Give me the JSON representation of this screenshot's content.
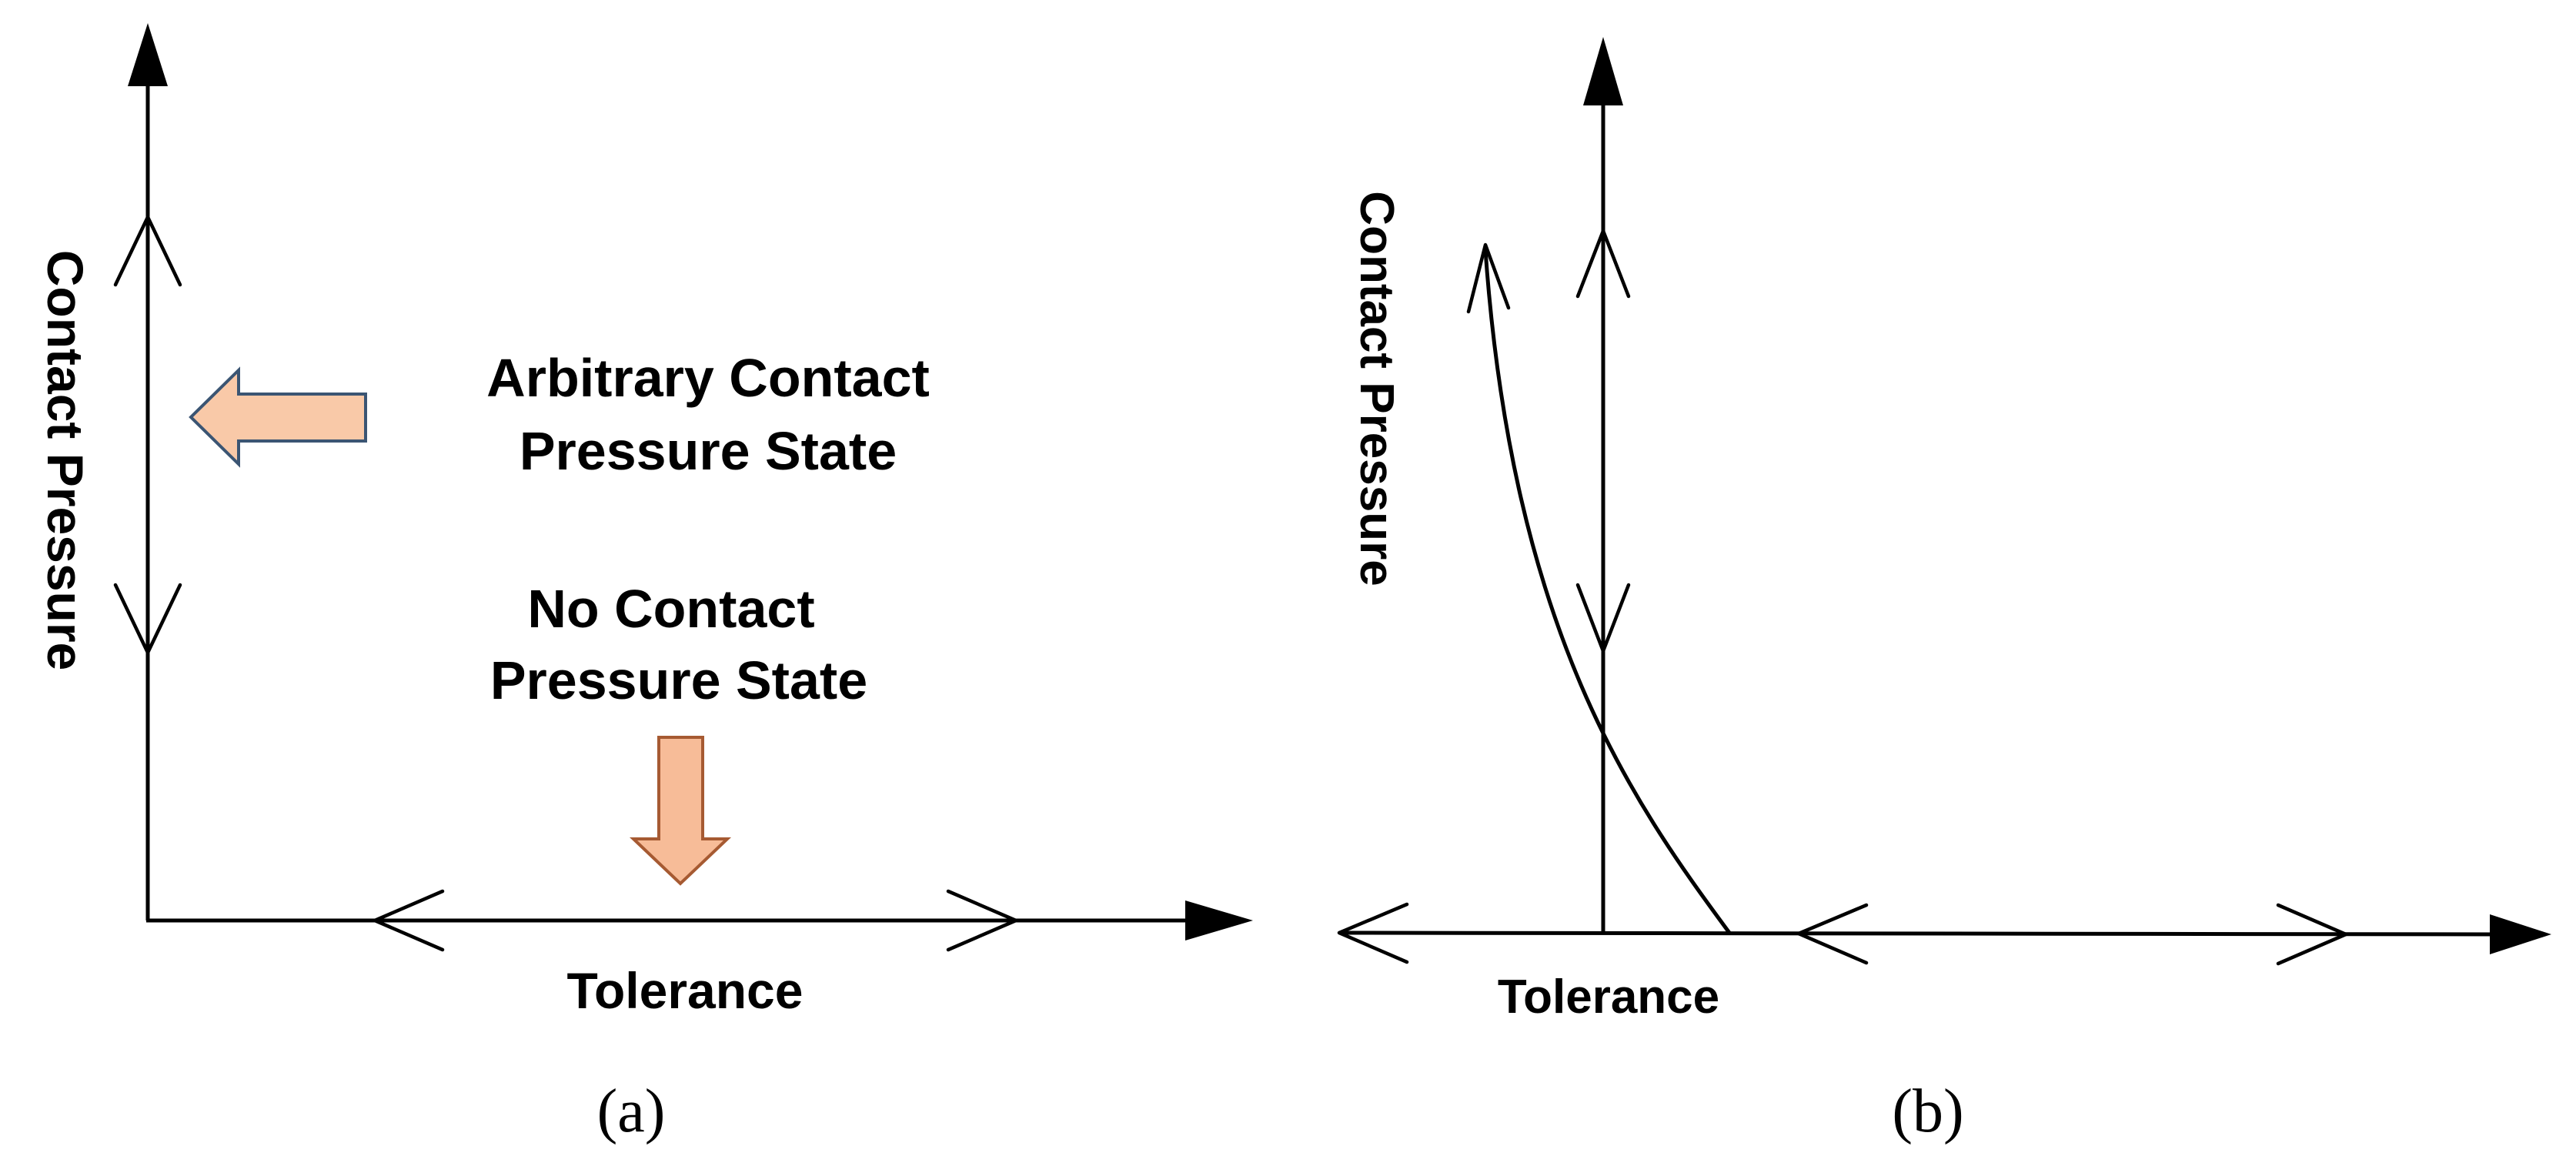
{
  "panel_a": {
    "y_axis_label": "Contact Pressure",
    "x_axis_label": "Tolerance",
    "annotation_arbitrary_line1": "Arbitrary Contact",
    "annotation_arbitrary_line2": "Pressure State",
    "annotation_no_contact_line1": "No Contact",
    "annotation_no_contact_line2": "Pressure State",
    "caption": "(a)"
  },
  "panel_b": {
    "y_axis_label": "Contact Pressure",
    "x_axis_label": "Tolerance",
    "caption": "(b)"
  },
  "colors": {
    "line": "#000000",
    "block_arrow_left_fill": "#f9c9a8",
    "block_arrow_left_stroke": "#3b5573",
    "block_arrow_down_fill": "#f7bc98",
    "block_arrow_down_stroke": "#a65a32"
  }
}
